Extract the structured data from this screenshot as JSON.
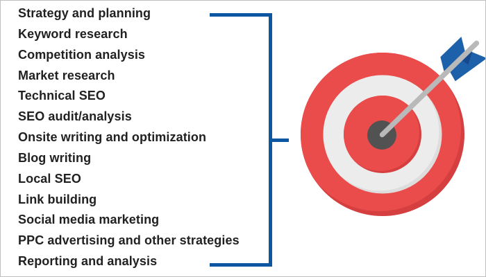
{
  "figure": {
    "items": [
      "Strategy and planning",
      "Keyword research",
      "Competition analysis",
      "Market research",
      "Technical SEO",
      "SEO audit/analysis",
      "Onsite writing and optimization",
      "Blog writing",
      "Local SEO",
      "Link building",
      "Social media marketing",
      "PPC advertising and other strategies",
      "Reporting and analysis"
    ]
  },
  "icons": {
    "illustration": "bullseye-target-with-dart-arrow"
  },
  "colors": {
    "text": "#212121",
    "bracket_blue": "#0d57a2",
    "target_red": "#ea4b4b",
    "target_red_shadow": "#d53f3f",
    "ring_gray": "#ececec",
    "ring_gray_shadow": "#dddddd",
    "bullseye_gray": "#525252",
    "arrow_shaft": "#b9b9b9",
    "fletching_blue": "#1e61ab",
    "fletching_blue_dark": "#16498e",
    "border_gray": "#bfbfbf"
  }
}
